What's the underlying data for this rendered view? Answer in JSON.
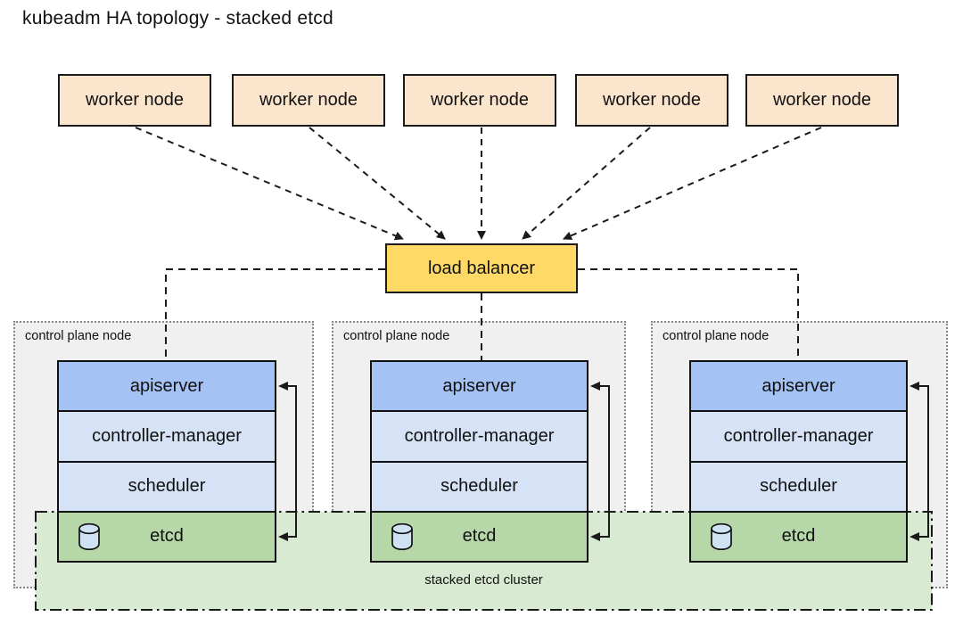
{
  "title": "kubeadm HA topology - stacked etcd",
  "workers": {
    "labels": [
      "worker node",
      "worker node",
      "worker node",
      "worker node",
      "worker node"
    ]
  },
  "load_balancer": {
    "label": "load balancer"
  },
  "control_planes": [
    {
      "label": "control plane node",
      "components": [
        "apiserver",
        "controller-manager",
        "scheduler"
      ],
      "etcd": "etcd"
    },
    {
      "label": "control plane node",
      "components": [
        "apiserver",
        "controller-manager",
        "scheduler"
      ],
      "etcd": "etcd"
    },
    {
      "label": "control plane node",
      "components": [
        "apiserver",
        "controller-manager",
        "scheduler"
      ],
      "etcd": "etcd"
    }
  ],
  "etcd_cluster": {
    "label": "stacked etcd cluster"
  },
  "colors": {
    "worker_fill": "#FCE5CD",
    "load_balancer_fill": "#FFD966",
    "apiserver_fill": "#A4C2F4",
    "component_fill": "#D6E2F5",
    "etcd_fill": "#B6D7A8",
    "cluster_band_fill": "#D9EAD3",
    "control_plane_fill": "#F0F0F0",
    "cylinder_fill": "#CFE2F3",
    "line": "#1a1a1a"
  }
}
